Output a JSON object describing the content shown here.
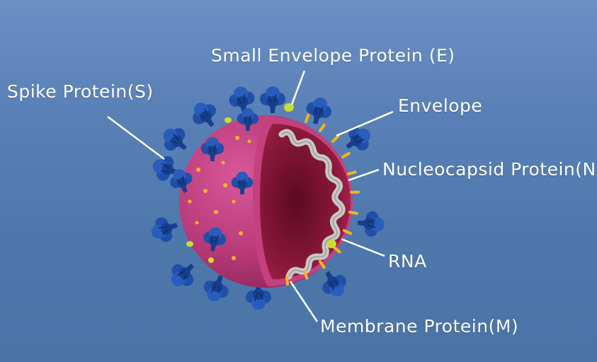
{
  "labels": {
    "small_envelope": "Small Envelope Protein (E)",
    "spike": "Spike Protein(S)",
    "envelope": "Envelope",
    "nucleocapsid": "Nucleocapsid Protein(N)",
    "rna": "RNA",
    "membrane": "Membrane Protein(M)"
  },
  "colors": {
    "background": "#5a81b7",
    "envelope_surface": "#b83a78",
    "cut_interior": "#8e1a3c",
    "spike_protein": "#1f4fa8",
    "membrane_protein": "#f7b21e",
    "small_envelope_protein": "#c9de2e",
    "rna": "#c9c9c9"
  }
}
